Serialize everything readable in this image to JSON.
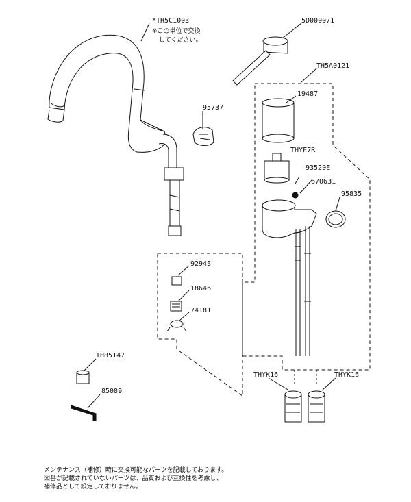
{
  "parts": {
    "spout": "*TH5C1003",
    "handle": "5D000071",
    "set_group": "TH5A0121",
    "cap": "19487",
    "cartridge": "THYF7R",
    "nut": "93520E",
    "screw": "670631",
    "oring": "95835",
    "hose_clip": "95737",
    "adapter": "92943",
    "strainer": "18646",
    "washer": "74181",
    "wrench_cap": "TH85147",
    "hex_key": "85089",
    "check_valve_left": "THYK16",
    "check_valve_right": "THYK16"
  },
  "spout_note": {
    "line1": "※この単位で交換",
    "line2": "してください。"
  },
  "footer": {
    "line1": "メンテナンス（補修）時に交換可能なパーツを記載しております。",
    "line2": "図番が記載されていないパーツは、品質および互換性を考慮し、",
    "line3": "補修品として設定しておりません。"
  },
  "colors": {
    "line": "#111111",
    "fill": "#ffffff"
  }
}
